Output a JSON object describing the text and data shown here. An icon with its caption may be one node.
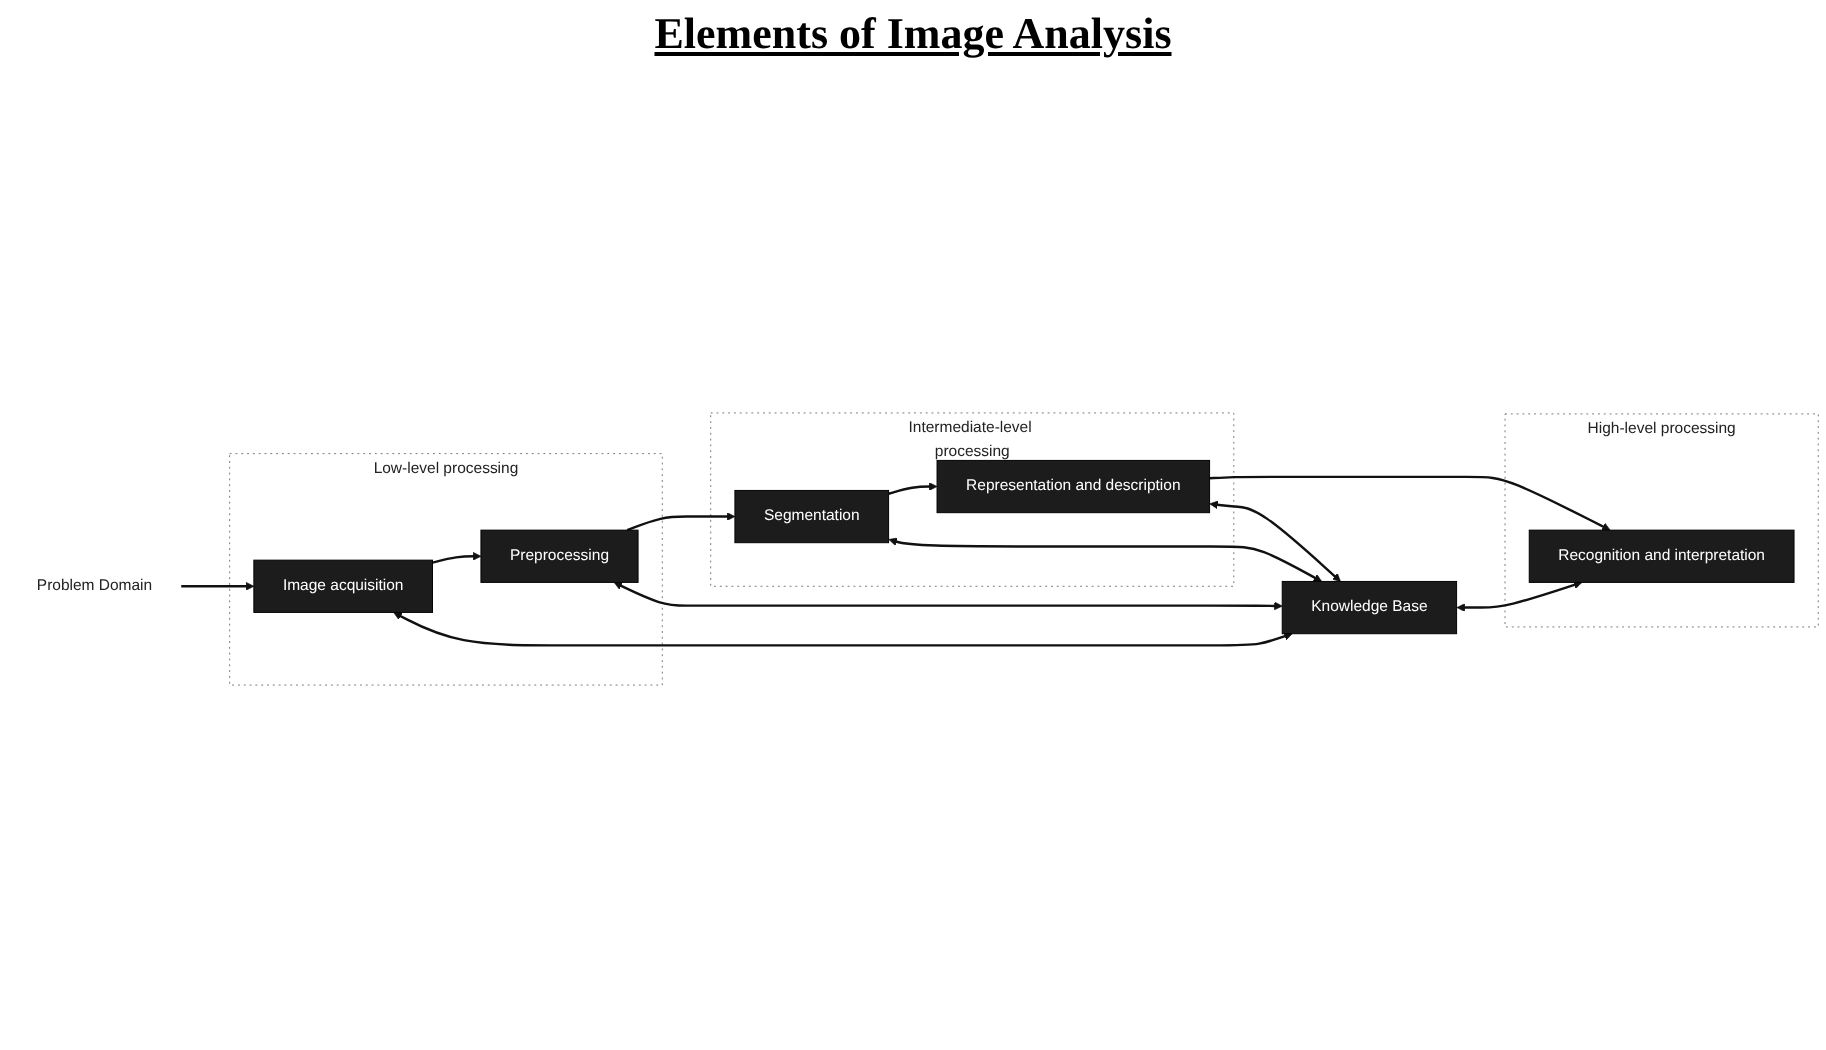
{
  "diagram": {
    "title": "Elements of Image Analysis",
    "nodes": [
      {
        "text": [
          "Intermediate-level processing"
        ]
      },
      {
        "text": [
          "Segmentation"
        ],
        "in": 0
      },
      {
        "text": [
          "Representation and description"
        ],
        "in": 0
      },
      {
        "text": [
          "Low-level processing"
        ]
      },
      {
        "text": [
          "Preprocessing"
        ],
        "in": 3
      },
      {
        "text": [
          "Problem Domain"
        ]
      },
      {
        "text": [
          "Image acquisition"
        ],
        "in": 3
      },
      {
        "text": [
          "Knowledge Base"
        ]
      },
      {
        "text": [
          "High-level processing"
        ]
      },
      {
        "text": [
          "Recognition and interpretation"
        ],
        "in": 8
      }
    ],
    "edges": [
      {
        "from": 5,
        "to": 6,
        "arrow": "to"
      },
      {
        "from": 6,
        "to": 4,
        "arrow": "to"
      },
      {
        "from": 4,
        "to": 1,
        "arrow": "to"
      },
      {
        "from": 1,
        "to": 2,
        "arrow": "to"
      },
      {
        "from": 2,
        "to": 9,
        "arrow": "to"
      },
      {
        "from": 1,
        "to": 7,
        "arrow": "both"
      },
      {
        "from": 2,
        "to": 7,
        "arrow": "both"
      },
      {
        "from": 4,
        "to": 7,
        "arrow": "both"
      },
      {
        "from": 6,
        "to": 7,
        "arrow": "both"
      },
      {
        "from": 7,
        "to": 9,
        "arrow": "both"
      }
    ]
  }
}
